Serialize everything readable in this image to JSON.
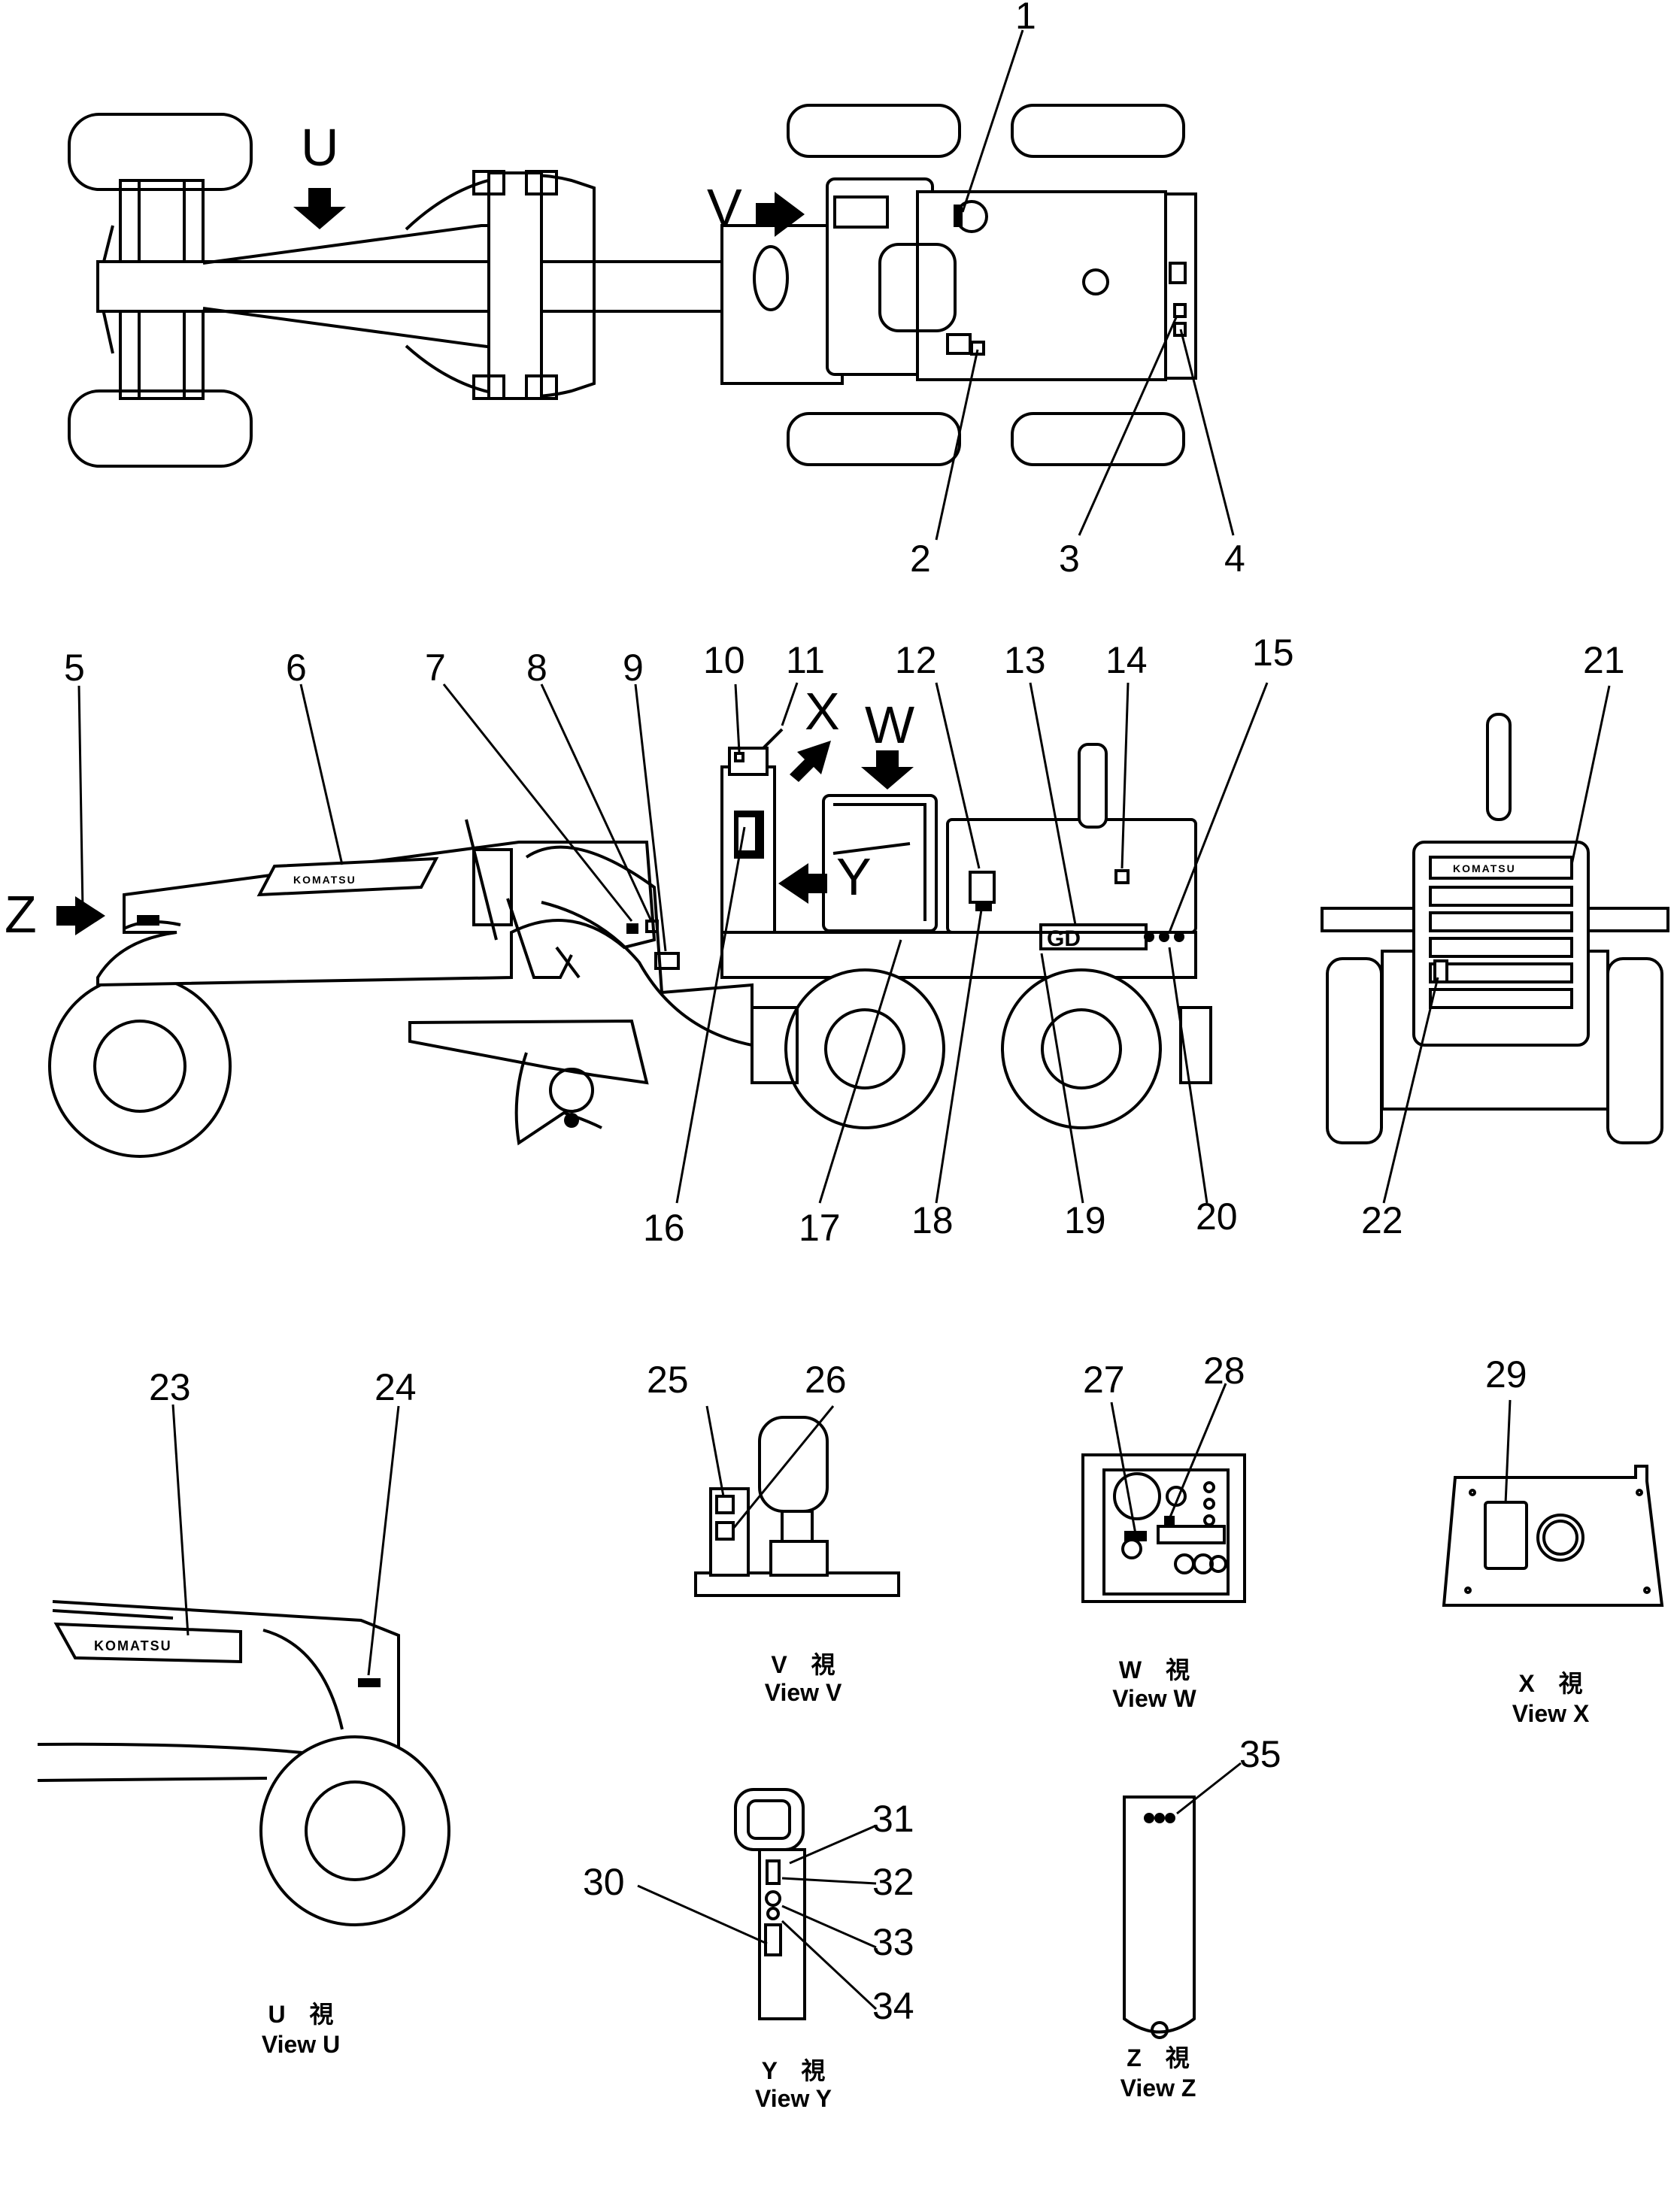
{
  "callouts": [
    "1",
    "2",
    "3",
    "4",
    "5",
    "6",
    "7",
    "8",
    "9",
    "10",
    "11",
    "12",
    "13",
    "14",
    "15",
    "16",
    "17",
    "18",
    "19",
    "20",
    "21",
    "22",
    "23",
    "24",
    "25",
    "26",
    "27",
    "28",
    "29",
    "30",
    "31",
    "32",
    "33",
    "34",
    "35"
  ],
  "view_arrows": {
    "u": "U",
    "v": "V",
    "w": "W",
    "x": "X",
    "y": "Y",
    "z": "Z"
  },
  "captions": {
    "v": {
      "jp": "V　視",
      "en": "View  V"
    },
    "w": {
      "jp": "W　視",
      "en": "View  W"
    },
    "x": {
      "jp": "X　視",
      "en": "View  X"
    },
    "u": {
      "jp": "U　視",
      "en": "View  U"
    },
    "y": {
      "jp": "Y　視",
      "en": "View  Y"
    },
    "z": {
      "jp": "Z　視",
      "en": "View  Z"
    }
  },
  "brand": "KOMATSU",
  "plate_text": "GD"
}
